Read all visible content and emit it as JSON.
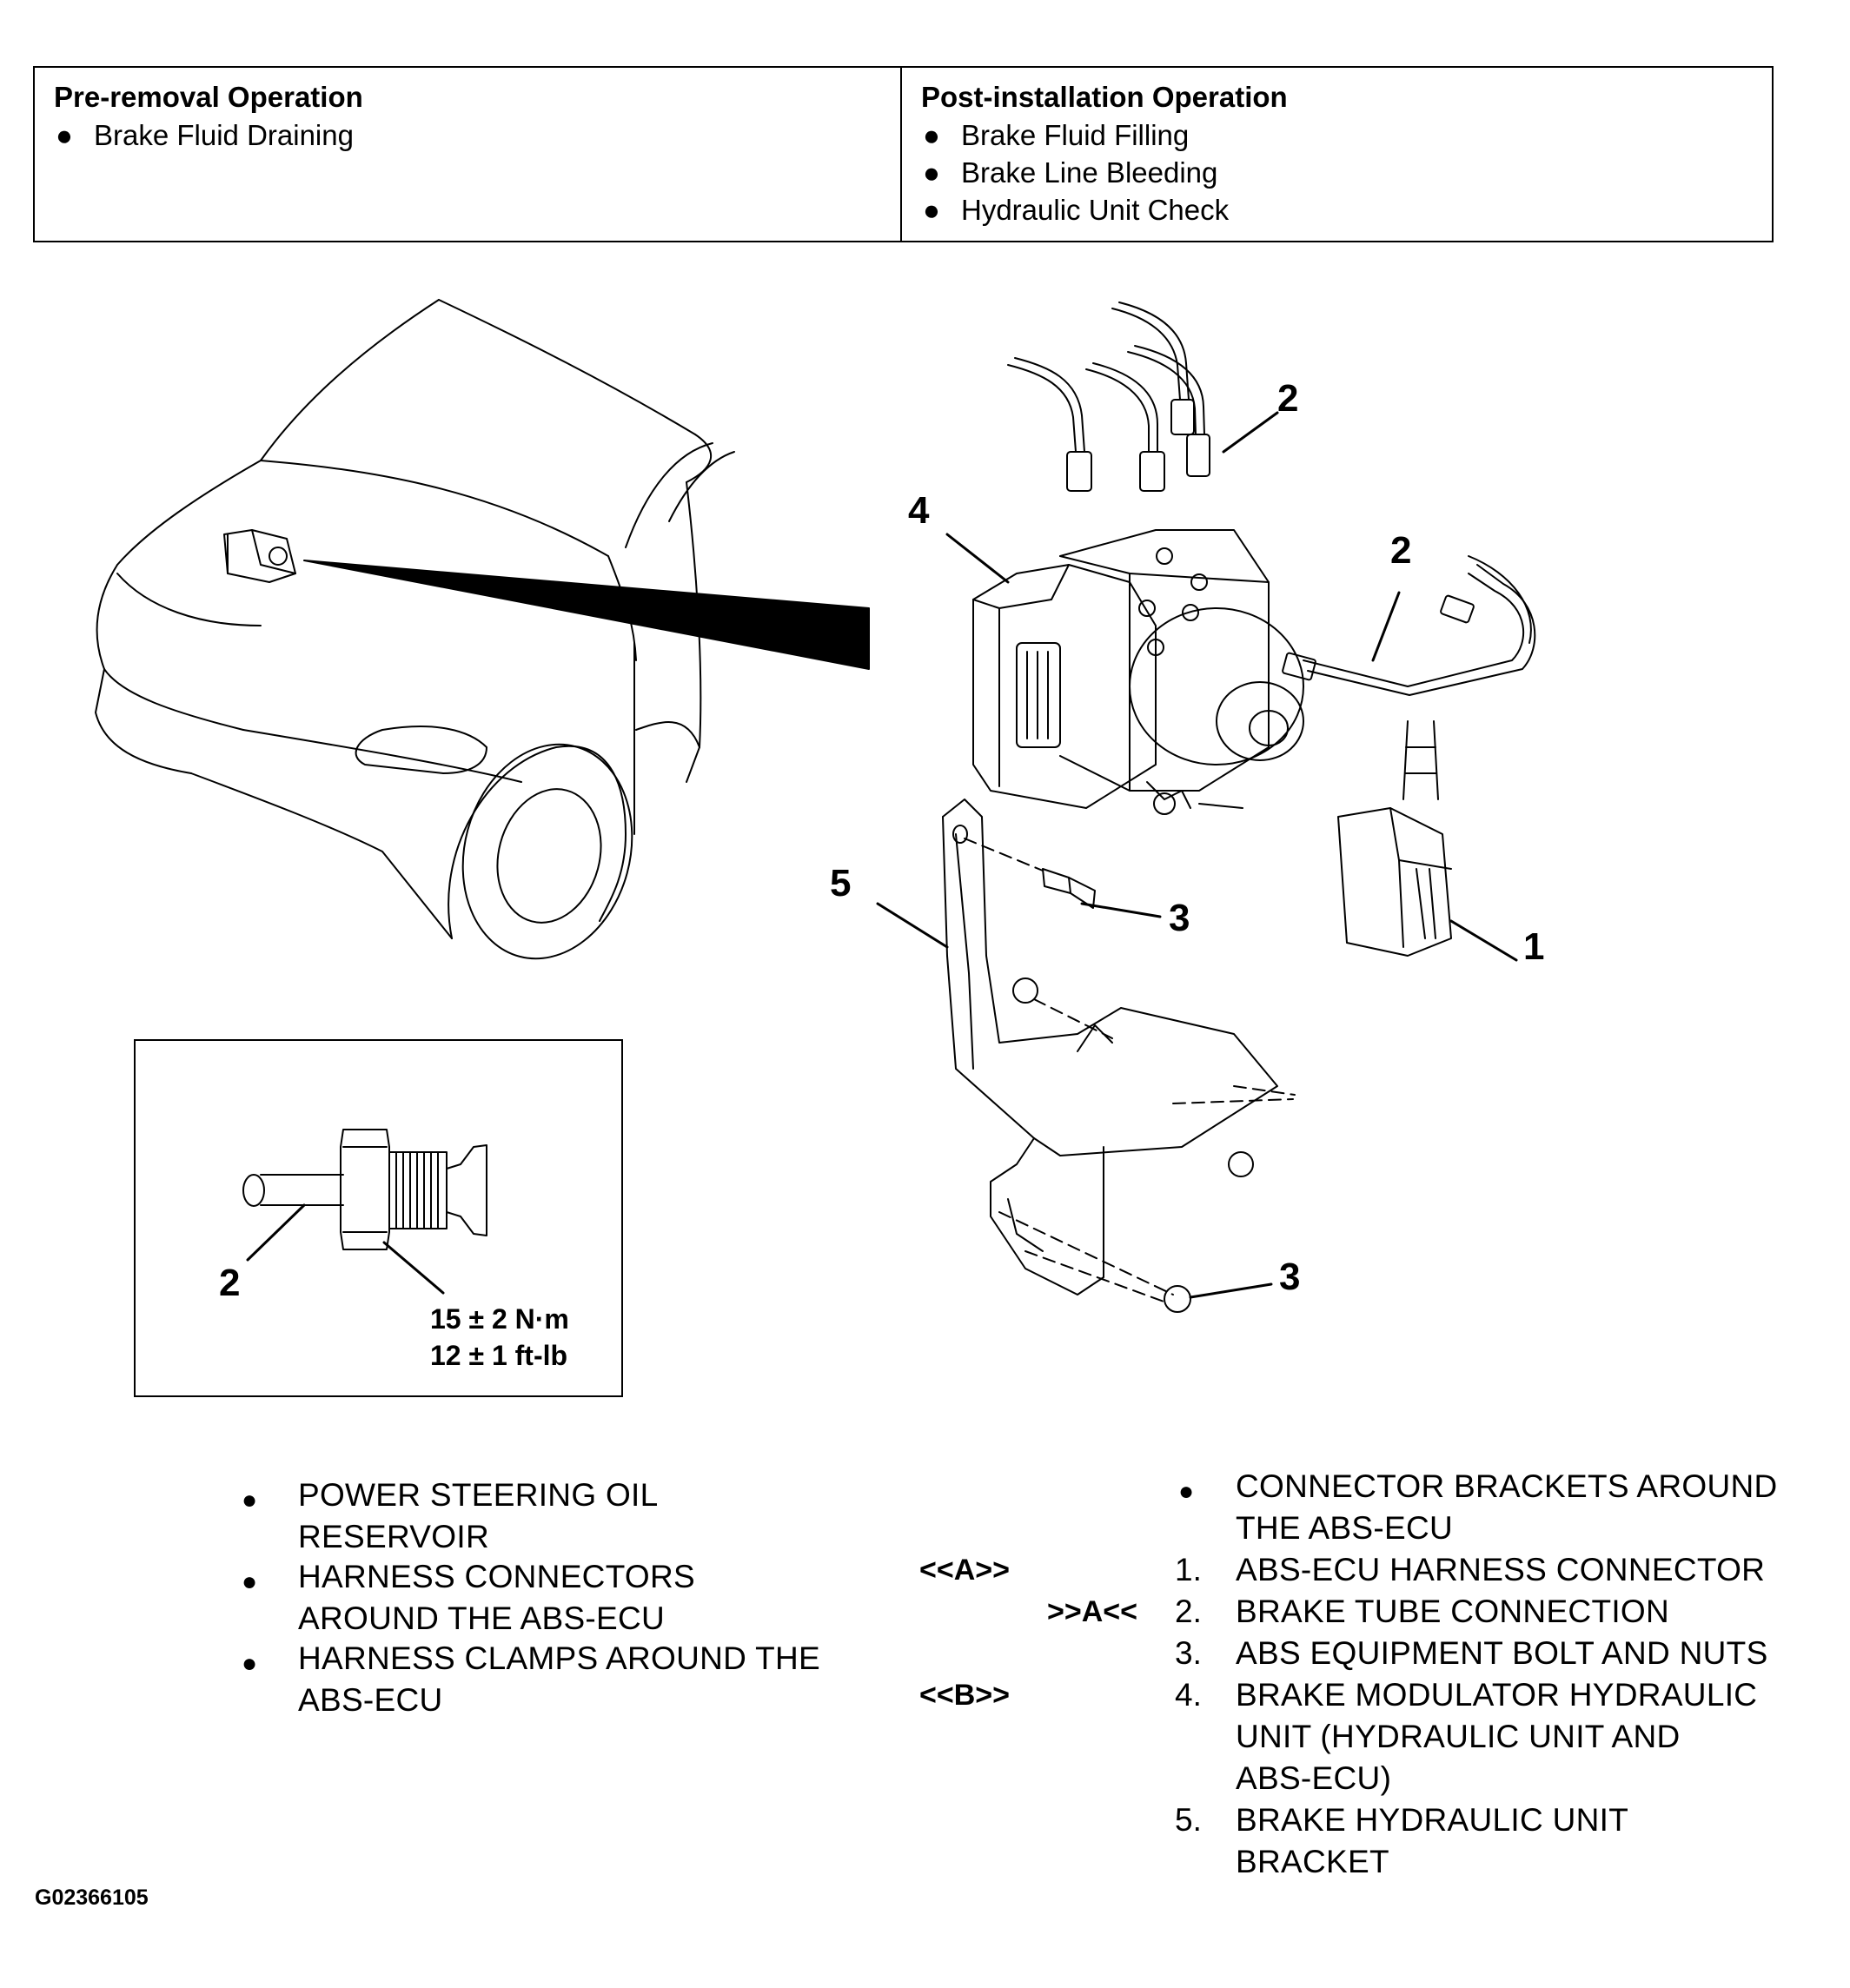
{
  "operations": {
    "pre_removal": {
      "title": "Pre-removal Operation",
      "items": [
        "Brake Fluid Draining"
      ]
    },
    "post_installation": {
      "title": "Post-installation Operation",
      "items": [
        "Brake Fluid Filling",
        "Brake Line Bleeding",
        "Hydraulic Unit Check"
      ]
    }
  },
  "diagram": {
    "callouts": [
      "1",
      "2",
      "2",
      "3",
      "4",
      "5",
      "3"
    ],
    "inset": {
      "callout": "2",
      "torque_nm": "15 ± 2 N·m",
      "torque_ftlb": "12 ± 1 ft-lb"
    }
  },
  "preparation_items": [
    [
      "POWER STEERING OIL",
      "RESERVOIR"
    ],
    [
      "HARNESS CONNECTORS",
      "AROUND THE ABS-ECU"
    ],
    [
      "HARNESS CLAMPS AROUND THE",
      "ABS-ECU"
    ]
  ],
  "removal_steps": {
    "bracket_item": [
      "CONNECTOR BRACKETS AROUND",
      "THE ABS-ECU"
    ],
    "tags": {
      "a_removal": "<<A>>",
      "a_install": ">>A<<",
      "b_removal": "<<B>>"
    },
    "steps": [
      {
        "num": "1.",
        "lines": [
          "ABS-ECU HARNESS CONNECTOR"
        ]
      },
      {
        "num": "2.",
        "lines": [
          "BRAKE TUBE CONNECTION"
        ]
      },
      {
        "num": "3.",
        "lines": [
          "ABS EQUIPMENT BOLT AND NUTS"
        ]
      },
      {
        "num": "4.",
        "lines": [
          "BRAKE MODULATOR HYDRAULIC",
          "UNIT (HYDRAULIC UNIT AND",
          "ABS-ECU)"
        ]
      },
      {
        "num": "5.",
        "lines": [
          "BRAKE HYDRAULIC UNIT",
          "BRACKET"
        ]
      }
    ]
  },
  "figure_code": "G02366105"
}
